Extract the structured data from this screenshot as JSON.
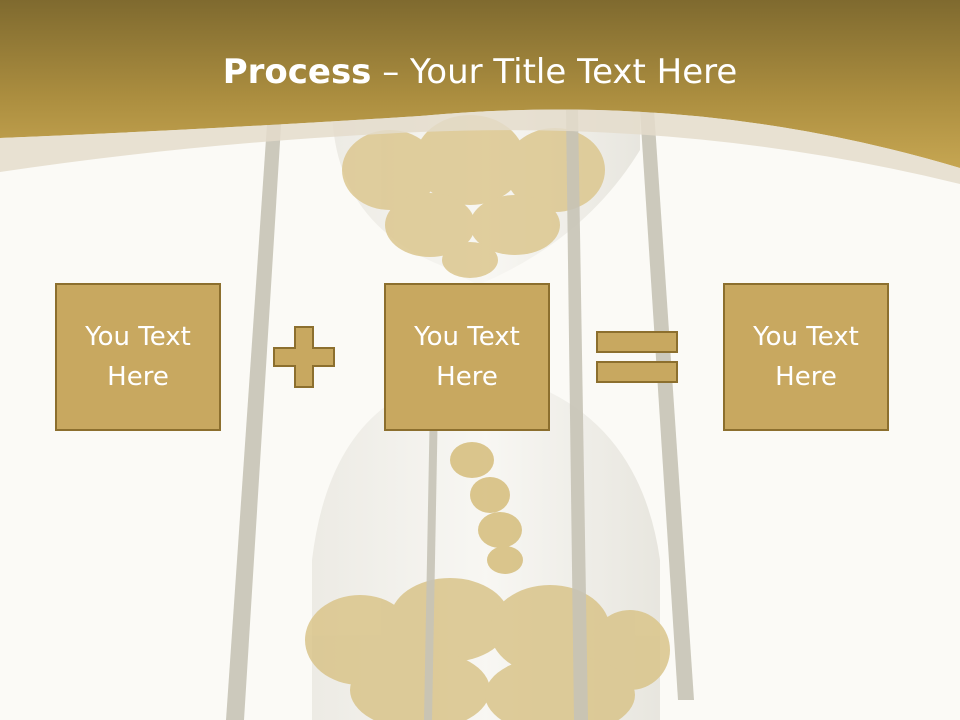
{
  "slide": {
    "title_bold": "Process",
    "title_rest": " – Your Title Text Here",
    "boxes": [
      {
        "text": "You Text Here"
      },
      {
        "text": "You Text Here"
      },
      {
        "text": "You Text Here"
      }
    ],
    "operators": [
      "plus",
      "equals"
    ]
  },
  "colors": {
    "banner": "#a8893d",
    "box_fill": "#c8a860",
    "box_border": "#8c6f2e",
    "background": "#fbfaf6",
    "title_text": "#ffffff"
  }
}
